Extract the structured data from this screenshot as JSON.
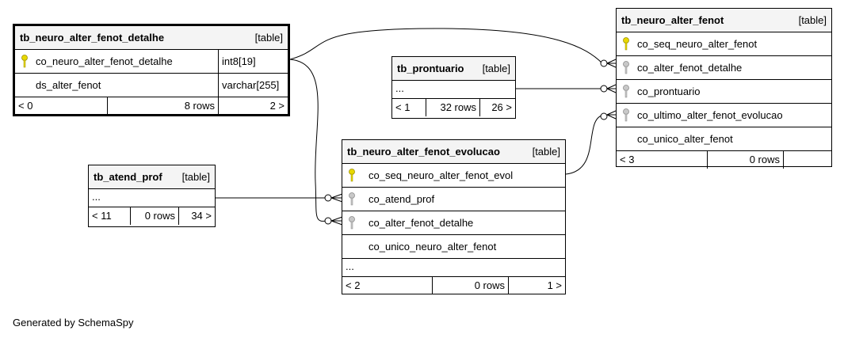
{
  "footer_credit": "Generated by SchemaSpy",
  "kind_label": "[table]",
  "ellipsis": "...",
  "tables": {
    "detalhe": {
      "name": "tb_neuro_alter_fenot_detalhe",
      "rows": [
        {
          "col": "co_neuro_alter_fenot_detalhe",
          "type": "int8[19]",
          "key": "primary"
        },
        {
          "col": "ds_alter_fenot",
          "type": "varchar[255]",
          "key": "none"
        }
      ],
      "footer": {
        "parents": "< 0",
        "rows": "8 rows",
        "children": "2 >"
      }
    },
    "prontuario": {
      "name": "tb_prontuario",
      "footer": {
        "parents": "< 1",
        "rows": "32 rows",
        "children": "26 >"
      }
    },
    "fenot": {
      "name": "tb_neuro_alter_fenot",
      "rows": [
        {
          "col": "co_seq_neuro_alter_fenot",
          "key": "primary"
        },
        {
          "col": "co_alter_fenot_detalhe",
          "key": "foreign"
        },
        {
          "col": "co_prontuario",
          "key": "foreign"
        },
        {
          "col": "co_ultimo_alter_fenot_evolucao",
          "key": "foreign"
        },
        {
          "col": "co_unico_alter_fenot",
          "key": "none"
        }
      ],
      "footer": {
        "parents": "< 3",
        "rows": "0 rows",
        "children": ""
      }
    },
    "atend_prof": {
      "name": "tb_atend_prof",
      "footer": {
        "parents": "< 11",
        "rows": "0 rows",
        "children": "34 >"
      }
    },
    "evolucao": {
      "name": "tb_neuro_alter_fenot_evolucao",
      "rows": [
        {
          "col": "co_seq_neuro_alter_fenot_evol",
          "key": "primary"
        },
        {
          "col": "co_atend_prof",
          "key": "foreign"
        },
        {
          "col": "co_alter_fenot_detalhe",
          "key": "foreign"
        },
        {
          "col": "co_unico_neuro_alter_fenot",
          "key": "none"
        }
      ],
      "footer": {
        "parents": "< 2",
        "rows": "0 rows",
        "children": "1 >"
      }
    }
  },
  "colors": {
    "primary_key": "#e8d800",
    "foreign_key": "#b0b0b0",
    "header_bg": "#f4f4f4",
    "line": "#000000"
  }
}
